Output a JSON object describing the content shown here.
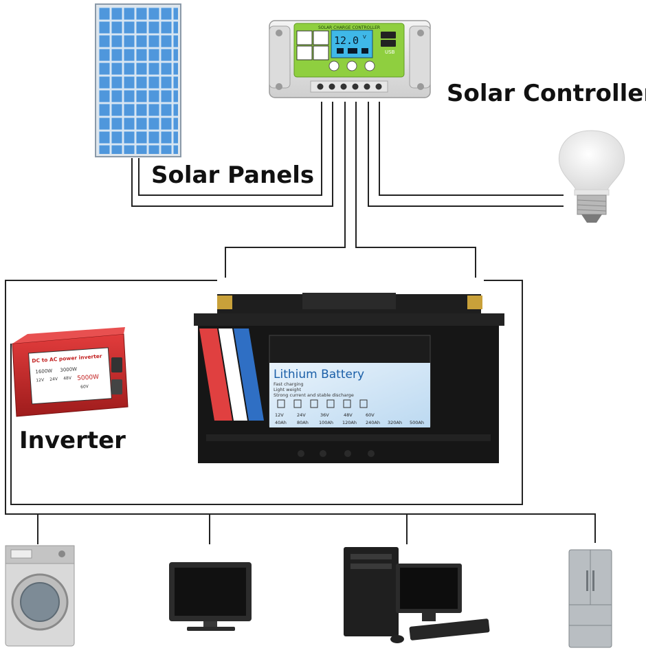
{
  "labels": {
    "solar_panels": "Solar Panels",
    "solar_controller": "Solar Controller",
    "inverter": "Inverter"
  },
  "controller": {
    "header": "SOLAR CHARGE CONTROLLER",
    "display": "12.0",
    "display_unit": "V",
    "usb": "USB"
  },
  "inverter_device": {
    "title": "DC to AC power inverter",
    "rating_a": "1600W",
    "rating_b": "3000W",
    "rating_c": "5000W",
    "volt_a": "12V",
    "volt_b": "24V",
    "volt_c": "48V",
    "volt_d": "60V"
  },
  "battery": {
    "title": "Lithium Battery",
    "features": [
      "Fast charging",
      "Light weight",
      "Strong current and stable discharge"
    ],
    "voltages": [
      "12V",
      "24V",
      "36V",
      "48V",
      "60V"
    ],
    "capacities": [
      "40Ah",
      "80Ah",
      "100Ah",
      "120Ah",
      "240Ah",
      "320Ah",
      "500Ah"
    ]
  },
  "colors": {
    "controller_green": "#8fcf3f",
    "inverter_red": "#cc2a2a",
    "battery_label_blue": "#1b5fa8",
    "panel_blue": "#4a90d6",
    "wire": "#222222"
  }
}
